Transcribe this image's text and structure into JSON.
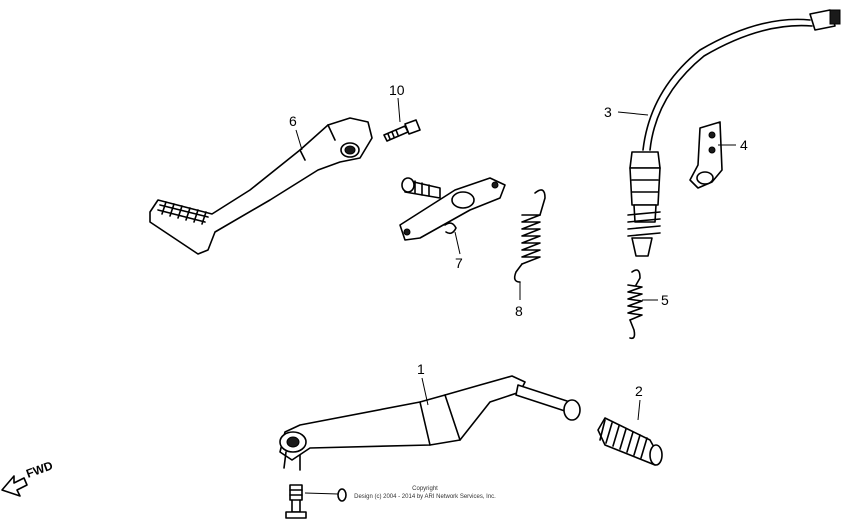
{
  "callouts": [
    {
      "id": "1",
      "label": "1"
    },
    {
      "id": "2",
      "label": "2"
    },
    {
      "id": "3",
      "label": "3"
    },
    {
      "id": "4",
      "label": "4"
    },
    {
      "id": "5",
      "label": "5"
    },
    {
      "id": "6",
      "label": "6"
    },
    {
      "id": "7",
      "label": "7"
    },
    {
      "id": "8",
      "label": "8"
    },
    {
      "id": "10",
      "label": "10"
    }
  ],
  "direction_label": "FWD",
  "copyright": {
    "line1": "Copyright",
    "line2": "Design (c) 2004 - 2014 by ARI Network Services, Inc."
  }
}
